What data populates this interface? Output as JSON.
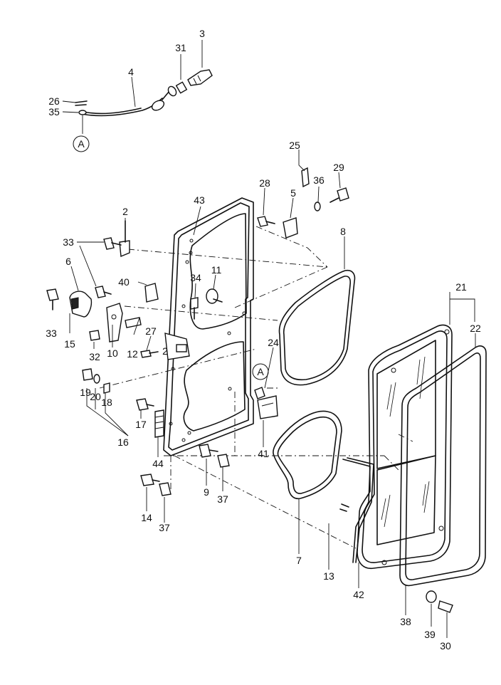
{
  "diagram": {
    "type": "exploded-parts-diagram",
    "callouts": {
      "p2a": "2",
      "p2b": "2",
      "p3": "3",
      "p4": "4",
      "p5": "5",
      "p6": "6",
      "p7": "7",
      "p8": "8",
      "p9": "9",
      "p10": "10",
      "p11": "11",
      "p12": "12",
      "p13": "13",
      "p14": "14",
      "p15": "15",
      "p16": "16",
      "p17": "17",
      "p18": "18",
      "p19": "19",
      "p20": "20",
      "p21": "21",
      "p22": "22",
      "p24": "24",
      "p25": "25",
      "p26": "26",
      "p27": "27",
      "p28": "28",
      "p29": "29",
      "p30": "30",
      "p31": "31",
      "p32": "32",
      "p33a": "33",
      "p33b": "33",
      "p34": "34",
      "p35": "35",
      "p36": "36",
      "p37a": "37",
      "p37b": "37",
      "p38": "38",
      "p39": "39",
      "p40": "40",
      "p41": "41",
      "p42": "42",
      "p43": "43",
      "p44": "44"
    },
    "reference_marks": {
      "a1": "A",
      "a2": "A"
    }
  }
}
